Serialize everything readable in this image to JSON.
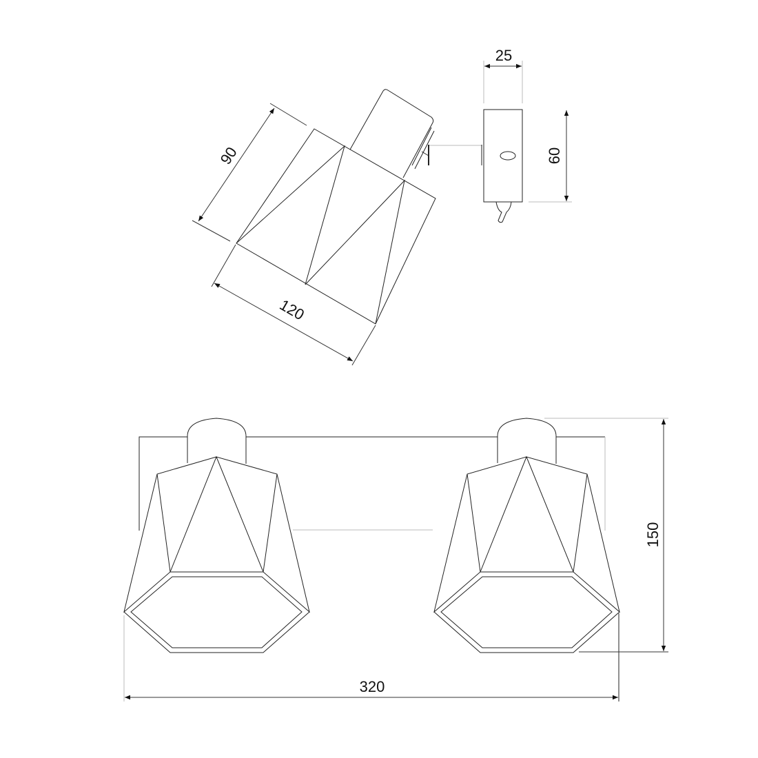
{
  "dimensions": {
    "bracket_width": "25",
    "bracket_height": "60",
    "shade_height": "90",
    "shade_length": "120",
    "total_width": "320",
    "total_height": "150"
  }
}
